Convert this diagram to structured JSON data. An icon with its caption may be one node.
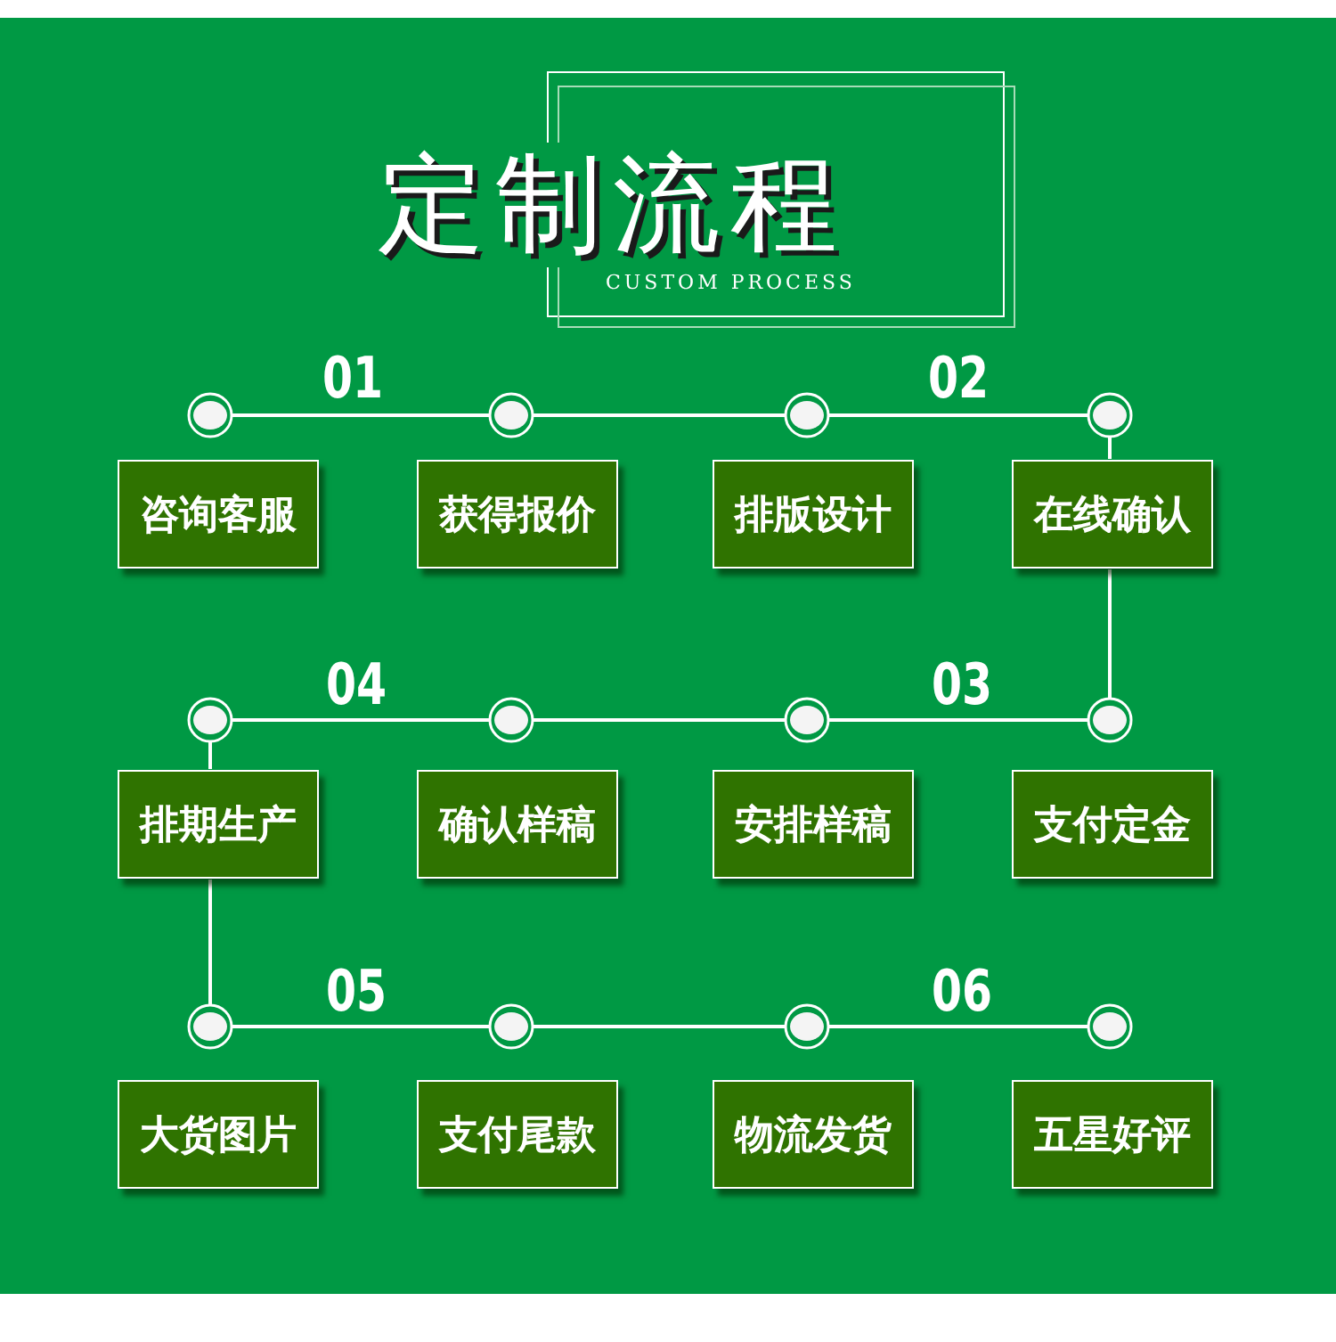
{
  "diagram": {
    "title": "定制流程",
    "nodes": [
      {
        "text": [],
        "shape": "circle"
      },
      {
        "text": [],
        "shape": "circle"
      },
      {
        "text": [],
        "shape": "circle"
      },
      {
        "text": [],
        "shape": "circle"
      },
      {
        "text": [
          "咨询客服"
        ]
      },
      {
        "text": [
          "获得报价"
        ]
      },
      {
        "text": [
          "排版设计"
        ]
      },
      {
        "text": [
          "在线确认"
        ]
      },
      {
        "text": [],
        "shape": "circle"
      },
      {
        "text": [],
        "shape": "circle"
      },
      {
        "text": [],
        "shape": "circle"
      },
      {
        "text": [],
        "shape": "circle"
      },
      {
        "text": [
          "排期生产"
        ]
      },
      {
        "text": [
          "确认样稿"
        ]
      },
      {
        "text": [
          "安排样稿"
        ]
      },
      {
        "text": [
          "支付定金"
        ]
      },
      {
        "text": [],
        "shape": "circle"
      },
      {
        "text": [],
        "shape": "circle"
      },
      {
        "text": [],
        "shape": "circle"
      },
      {
        "text": [],
        "shape": "circle"
      },
      {
        "text": [
          "大货图片"
        ]
      },
      {
        "text": [
          "支付尾款"
        ]
      },
      {
        "text": [
          "物流发货"
        ]
      },
      {
        "text": [
          "五星好评"
        ]
      }
    ],
    "edges": [
      {
        "from": 0,
        "to": 1,
        "arrow": "none"
      },
      {
        "from": 1,
        "to": 2,
        "arrow": "none"
      },
      {
        "from": 2,
        "to": 3,
        "arrow": "none"
      },
      {
        "from": 3,
        "to": 7,
        "arrow": "none"
      },
      {
        "from": 7,
        "to": 11,
        "arrow": "none"
      },
      {
        "from": 8,
        "to": 9,
        "arrow": "none"
      },
      {
        "from": 9,
        "to": 10,
        "arrow": "none"
      },
      {
        "from": 10,
        "to": 11,
        "arrow": "none"
      },
      {
        "from": 8,
        "to": 12,
        "arrow": "none"
      },
      {
        "from": 12,
        "to": 16,
        "arrow": "none"
      },
      {
        "from": 16,
        "to": 17,
        "arrow": "none"
      },
      {
        "from": 17,
        "to": 18,
        "arrow": "none"
      },
      {
        "from": 18,
        "to": 19,
        "arrow": "none"
      }
    ],
    "labels": [
      "CUSTOM PROCESS",
      "01",
      "02",
      "04",
      "03",
      "05",
      "06"
    ]
  }
}
